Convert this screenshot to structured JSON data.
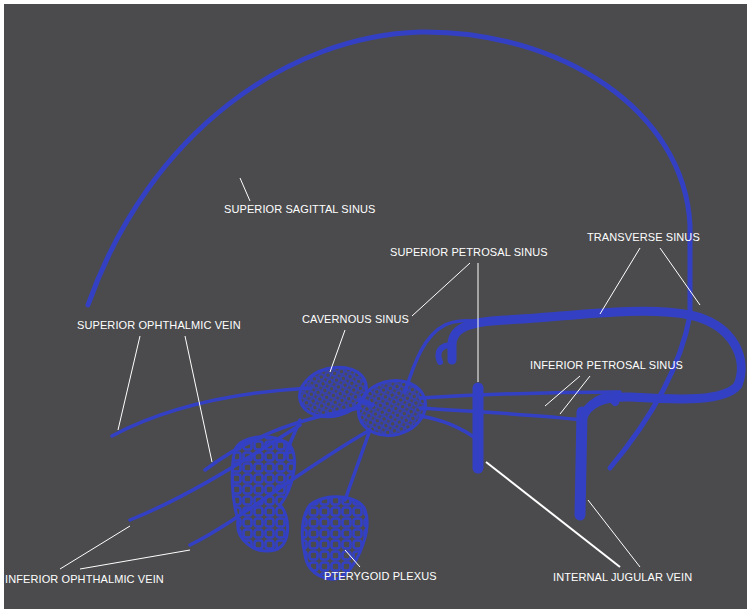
{
  "diagram": {
    "labels": [
      "SUPERIOR SAGITTAL SINUS",
      "SUPERIOR PETROSAL SINUS",
      "TRANSVERSE SINUS",
      "SUPERIOR OPHTHALMIC VEIN",
      "CAVERNOUS SINUS",
      "INFERIOR PETROSAL SINUS",
      "INFERIOR OPHTHALMIC VEIN",
      "PTERYGOID PLEXUS",
      "INTERNAL JUGULAR VEIN"
    ]
  }
}
